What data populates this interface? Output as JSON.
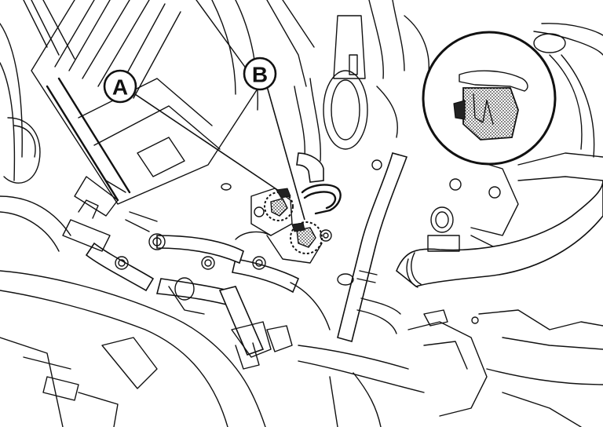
{
  "callouts": {
    "a": {
      "letter": "A"
    },
    "b": {
      "letter": "B"
    }
  },
  "colors": {
    "line": "#111111",
    "background": "#ffffff",
    "clip_fill": "#555555"
  },
  "detail_view": {
    "subject": "clip-detail"
  }
}
